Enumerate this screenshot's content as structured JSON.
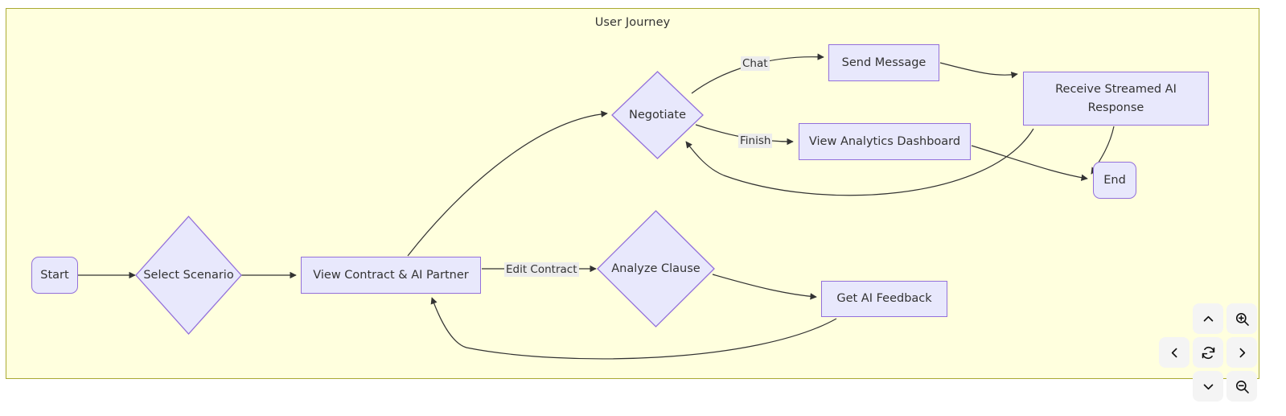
{
  "diagram": {
    "title": "User Journey",
    "background_color": "#ffffde",
    "border_color": "#aaaa33",
    "node_fill": "#e8e8fc",
    "node_border": "#9370db",
    "edge_color": "#333333",
    "label_background": "#ececec",
    "nodes": [
      {
        "id": "start",
        "label": "Start",
        "shape": "stadium"
      },
      {
        "id": "select",
        "label": "Select Scenario",
        "shape": "diamond"
      },
      {
        "id": "view",
        "label": "View Contract & AI Partner",
        "shape": "rect"
      },
      {
        "id": "negotiate",
        "label": "Negotiate",
        "shape": "diamond"
      },
      {
        "id": "send",
        "label": "Send Message",
        "shape": "rect"
      },
      {
        "id": "receive_l1",
        "label": "Receive Streamed AI",
        "shape": "rect"
      },
      {
        "id": "receive_l2",
        "label": "Response",
        "shape": "rect"
      },
      {
        "id": "analytics",
        "label": "View Analytics Dashboard",
        "shape": "rect"
      },
      {
        "id": "end",
        "label": "End",
        "shape": "stadium"
      },
      {
        "id": "analyze",
        "label": "Analyze Clause",
        "shape": "diamond"
      },
      {
        "id": "feedback",
        "label": "Get AI Feedback",
        "shape": "rect"
      }
    ],
    "edge_labels": [
      {
        "id": "chat",
        "label": "Chat"
      },
      {
        "id": "finish",
        "label": "Finish"
      },
      {
        "id": "edit_contract",
        "label": "Edit Contract"
      }
    ]
  },
  "nav_controls": {
    "up": "chevron-up",
    "down": "chevron-down",
    "left": "chevron-left",
    "right": "chevron-right",
    "reset": "refresh",
    "zoom_in": "zoom-in",
    "zoom_out": "zoom-out"
  }
}
